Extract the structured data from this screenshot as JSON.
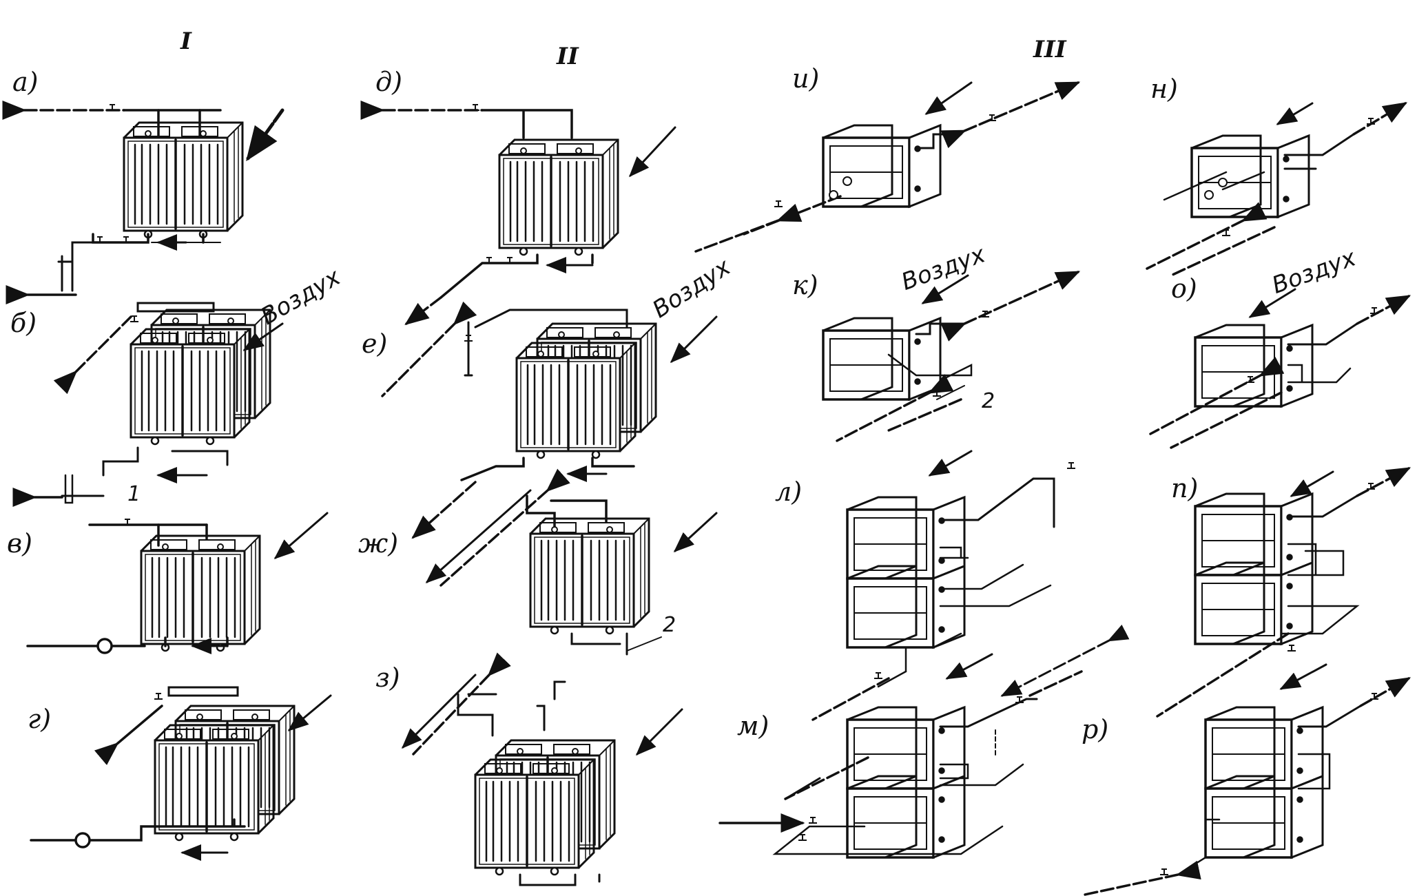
{
  "groups": {
    "g1": "I",
    "g2": "II",
    "g3": "III"
  },
  "labels": {
    "a": "а)",
    "b": "б)",
    "v": "в)",
    "g": "г)",
    "d": "д)",
    "e": "е)",
    "zh": "ж)",
    "z": "з)",
    "i": "и)",
    "k": "к)",
    "l": "л)",
    "m": "м)",
    "n": "н)",
    "o": "о)",
    "p": "п)",
    "r": "р)"
  },
  "air": {
    "b": "Воздух",
    "e": "Воздух",
    "k": "Воздух",
    "o": "Воздух"
  },
  "numbers": {
    "n1": "1",
    "n2a": "2",
    "n2b": "2"
  }
}
